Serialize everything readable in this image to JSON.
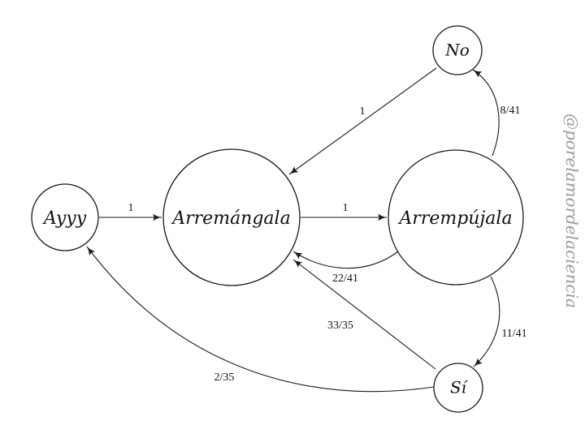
{
  "states": {
    "ayyy": "Ayyy",
    "arremangala": "Arremángala",
    "arrempujala": "Arrempújala",
    "no": "No",
    "si": "Sí"
  },
  "edges": {
    "ayyy_to_arremangala": "1",
    "arremangala_to_arrempujala": "1",
    "no_to_arremangala": "1",
    "arrempujala_to_no": "8/41",
    "arrempujala_to_arremangala": "22/41",
    "arrempujala_to_si": "11/41",
    "si_to_arremangala": "33/35",
    "si_to_ayyy": "2/35"
  },
  "watermark": "@porelamordelaciencia"
}
